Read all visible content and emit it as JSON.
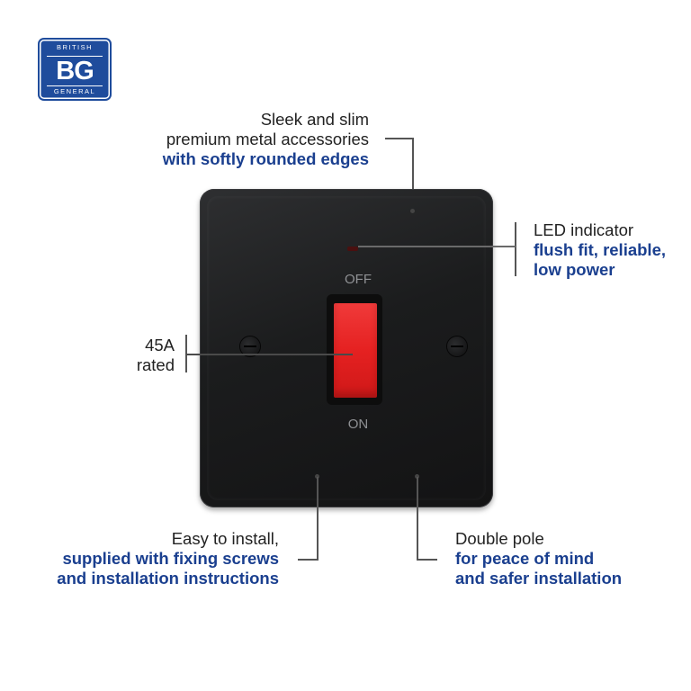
{
  "logo": {
    "top_text": "BRITISH",
    "mid_text": "BG",
    "bottom_text": "GENERAL",
    "color": "#1f4c9c"
  },
  "product": {
    "off_label": "OFF",
    "on_label": "ON",
    "plate_color": "#1b1c1d",
    "rocker_color": "#e52121"
  },
  "callouts": {
    "design": {
      "line1": "Sleek and slim",
      "line2": "premium metal accessories",
      "line3": "with softly rounded edges"
    },
    "led": {
      "line1": "LED indicator",
      "line2": "flush fit, reliable,",
      "line3": "low power"
    },
    "rating": {
      "line1": "45A",
      "line2": "rated"
    },
    "install": {
      "line1": "Easy to install,",
      "line2": "supplied with fixing screws",
      "line3": "and installation instructions"
    },
    "pole": {
      "line1": "Double pole",
      "line2": "for peace of mind",
      "line3": "and safer installation"
    }
  },
  "colors": {
    "highlight": "#1a3f8f",
    "text": "#222222"
  }
}
